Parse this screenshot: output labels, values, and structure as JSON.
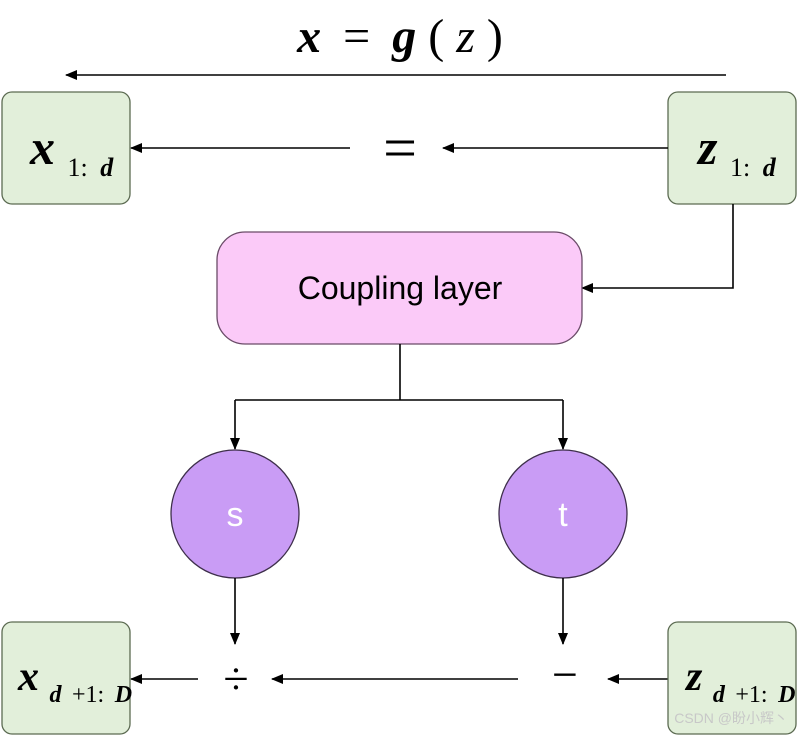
{
  "title": {
    "lhs": "x",
    "eq": "=",
    "fn": "g",
    "lparen": "(",
    "arg": "z",
    "rparen": ")"
  },
  "nodes": {
    "x_top": {
      "base": "x",
      "sub_num": "1:",
      "sub_var": "d"
    },
    "z_top": {
      "base": "z",
      "sub_num": "1:",
      "sub_var": "d"
    },
    "coupling": {
      "label": "Coupling layer"
    },
    "s": {
      "label": "s"
    },
    "t": {
      "label": "t"
    },
    "x_bottom": {
      "base": "x",
      "sub_d": "d",
      "sub_mid": "+1:",
      "sub_D": "D"
    },
    "z_bottom": {
      "base": "z",
      "sub_d": "d",
      "sub_mid": "+1:",
      "sub_D": "D"
    }
  },
  "operators": {
    "equals": "=",
    "divide": "÷",
    "minus": "−"
  },
  "watermark": "CSDN @盼小辉丶",
  "colors": {
    "green_box": "#e2efda",
    "pink_box": "#fbcaf8",
    "purple_circle": "#c99cf5"
  }
}
